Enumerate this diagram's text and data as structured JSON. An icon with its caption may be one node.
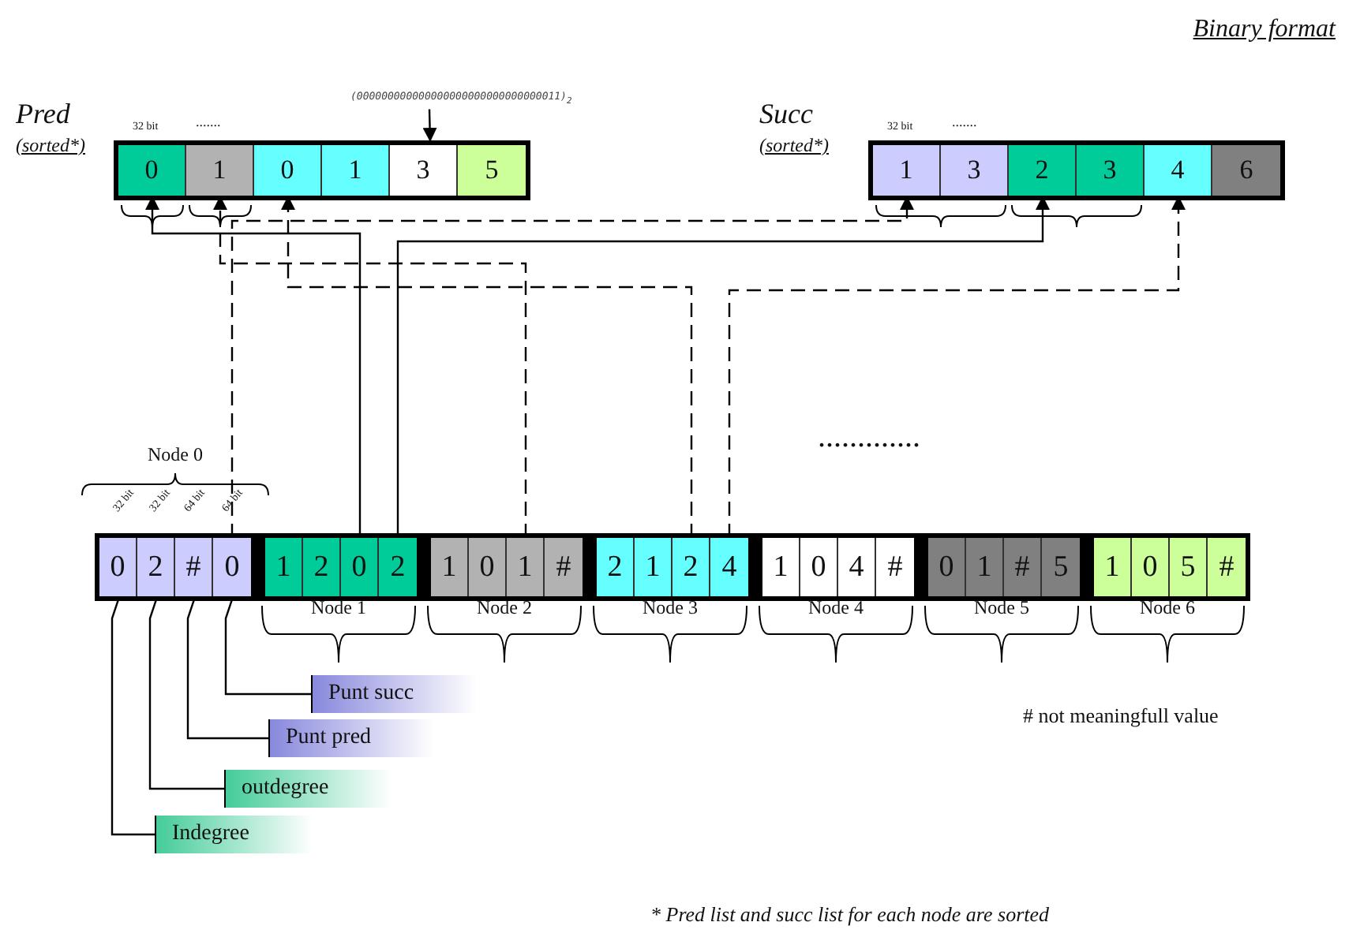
{
  "diagram": {
    "title": "Binary format",
    "caption": "* Pred list and succ list for each node are sorted",
    "nodes": [
      {
        "text": [
          "Pred",
          "(sorted*)"
        ]
      },
      {
        "text": [
          "0"
        ],
        "in": 0
      },
      {
        "text": [
          "1"
        ],
        "in": 0
      },
      {
        "text": [
          "0"
        ],
        "in": 0
      },
      {
        "text": [
          "1"
        ],
        "in": 0
      },
      {
        "text": [
          "3"
        ],
        "in": 0
      },
      {
        "text": [
          "5"
        ],
        "in": 0
      },
      {
        "text": [
          "(000000000000000000000000000000011)$_{2}$"
        ]
      },
      {
        "text": [
          "Succ",
          "(sorted*)"
        ]
      },
      {
        "text": [
          "1"
        ],
        "in": 8
      },
      {
        "text": [
          "3"
        ],
        "in": 8
      },
      {
        "text": [
          "2"
        ],
        "in": 8
      },
      {
        "text": [
          "3"
        ],
        "in": 8
      },
      {
        "text": [
          "4"
        ],
        "in": 8
      },
      {
        "text": [
          "6"
        ],
        "in": 8
      },
      {
        "text": [
          "Node 0"
        ]
      },
      {
        "text": [
          "0"
        ],
        "in": 15
      },
      {
        "text": [
          "2"
        ],
        "in": 15
      },
      {
        "text": [
          "#"
        ],
        "in": 15
      },
      {
        "text": [
          "0"
        ],
        "in": 15
      },
      {
        "text": [
          "Node 1"
        ]
      },
      {
        "text": [
          "1"
        ],
        "in": 20
      },
      {
        "text": [
          "2"
        ],
        "in": 20
      },
      {
        "text": [
          "0"
        ],
        "in": 20
      },
      {
        "text": [
          "2"
        ],
        "in": 20
      },
      {
        "text": [
          "Node 2"
        ]
      },
      {
        "text": [
          "1"
        ],
        "in": 25
      },
      {
        "text": [
          "0"
        ],
        "in": 25
      },
      {
        "text": [
          "1"
        ],
        "in": 25
      },
      {
        "text": [
          "#"
        ],
        "in": 25
      },
      {
        "text": [
          "Node 3"
        ]
      },
      {
        "text": [
          "2"
        ],
        "in": 30
      },
      {
        "text": [
          "1"
        ],
        "in": 30
      },
      {
        "text": [
          "2"
        ],
        "in": 30
      },
      {
        "text": [
          "4"
        ],
        "in": 30
      },
      {
        "text": [
          "Node 4"
        ]
      },
      {
        "text": [
          "1"
        ],
        "in": 35
      },
      {
        "text": [
          "0"
        ],
        "in": 35
      },
      {
        "text": [
          "4"
        ],
        "in": 35
      },
      {
        "text": [
          "#"
        ],
        "in": 35
      },
      {
        "text": [
          "Node 5"
        ]
      },
      {
        "text": [
          "0"
        ],
        "in": 40
      },
      {
        "text": [
          "1"
        ],
        "in": 40
      },
      {
        "text": [
          "#"
        ],
        "in": 40
      },
      {
        "text": [
          "5"
        ],
        "in": 40
      },
      {
        "text": [
          "Node 6"
        ]
      },
      {
        "text": [
          "1"
        ],
        "in": 45
      },
      {
        "text": [
          "0"
        ],
        "in": 45
      },
      {
        "text": [
          "5"
        ],
        "in": 45
      },
      {
        "text": [
          "#"
        ],
        "in": 45
      },
      {
        "text": [
          "Punt succ"
        ]
      },
      {
        "text": [
          "Punt pred"
        ]
      },
      {
        "text": [
          "outdegree"
        ]
      },
      {
        "text": [
          "Indegree"
        ]
      }
    ],
    "edges": [
      {
        "from": 7,
        "to": 5,
        "arrow": "to"
      },
      {
        "from": 19,
        "to": 9,
        "arrow": "to",
        "style": "dashed"
      },
      {
        "from": 23,
        "to": 1,
        "arrow": "to"
      },
      {
        "from": 24,
        "to": 11,
        "arrow": "to"
      },
      {
        "from": 28,
        "to": 2,
        "arrow": "to",
        "style": "dashed"
      },
      {
        "from": 33,
        "to": 3,
        "arrow": "to",
        "style": "dashed"
      },
      {
        "from": 34,
        "to": 13,
        "arrow": "to",
        "style": "dashed"
      },
      {
        "from": 16,
        "to": 53,
        "arrow": "none"
      },
      {
        "from": 17,
        "to": 52,
        "arrow": "none"
      },
      {
        "from": 18,
        "to": 51,
        "arrow": "none"
      },
      {
        "from": 19,
        "to": 50,
        "arrow": "none"
      }
    ],
    "labels": [
      "32 bit",
      ".......",
      "32 bit",
      ".......",
      "32 bit",
      "32 bit",
      "64 bit",
      "64 bit",
      ".............",
      "# not meaningfull value"
    ]
  }
}
